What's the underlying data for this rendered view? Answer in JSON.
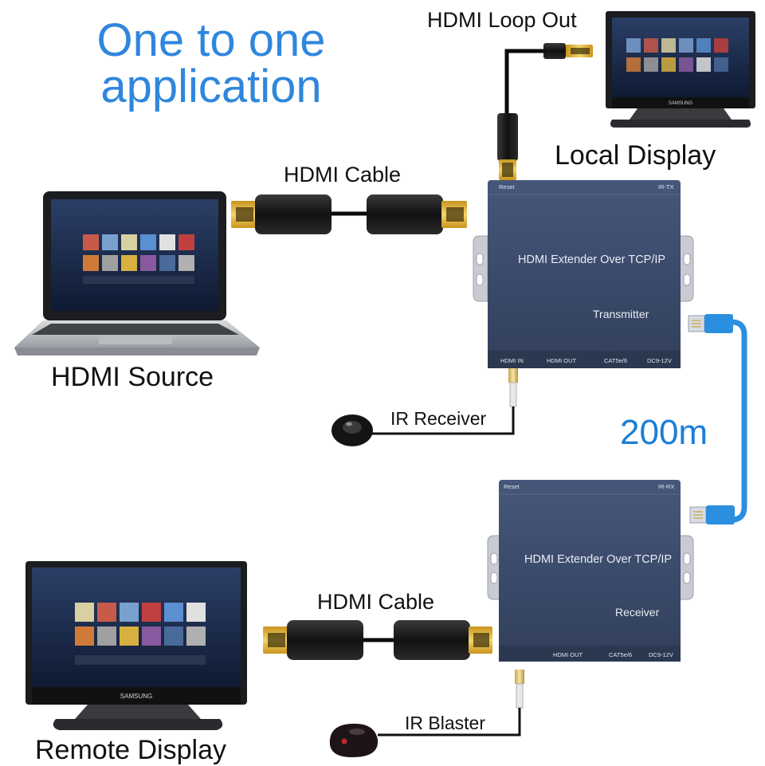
{
  "title": {
    "line1": "One to one",
    "line2": "application"
  },
  "labels": {
    "hdmi_loop_out": "HDMI Loop Out",
    "local_display": "Local Display",
    "hdmi_cable_top": "HDMI Cable",
    "hdmi_source": "HDMI Source",
    "ir_receiver": "IR Receiver",
    "distance": "200m",
    "hdmi_cable_bottom": "HDMI Cable",
    "ir_blaster": "IR Blaster",
    "remote_display": "Remote Display"
  },
  "transmitter": {
    "title": "HDMI Extender Over TCP/IP",
    "role": "Transmitter",
    "top_left": "Reset",
    "top_right": "IR-TX",
    "ports": [
      "HDMI IN",
      "HDMI OUT",
      "CAT5e/6",
      "DC9-12V"
    ]
  },
  "receiver": {
    "title": "HDMI Extender Over TCP/IP",
    "role": "Receiver",
    "top_left": "Reset",
    "top_right": "IR-RX",
    "ports": [
      "HDMI OUT",
      "CAT5e/6",
      "DC9-12V"
    ]
  },
  "monitor_brand": "SAMSUNG",
  "colors": {
    "title_blue": "#2f86dd",
    "distance_blue": "#1b7fd6",
    "ethernet_blue": "#2b8fe0",
    "device_navy": "#3a4a66",
    "hdmi_gold": "#e2b93b"
  }
}
